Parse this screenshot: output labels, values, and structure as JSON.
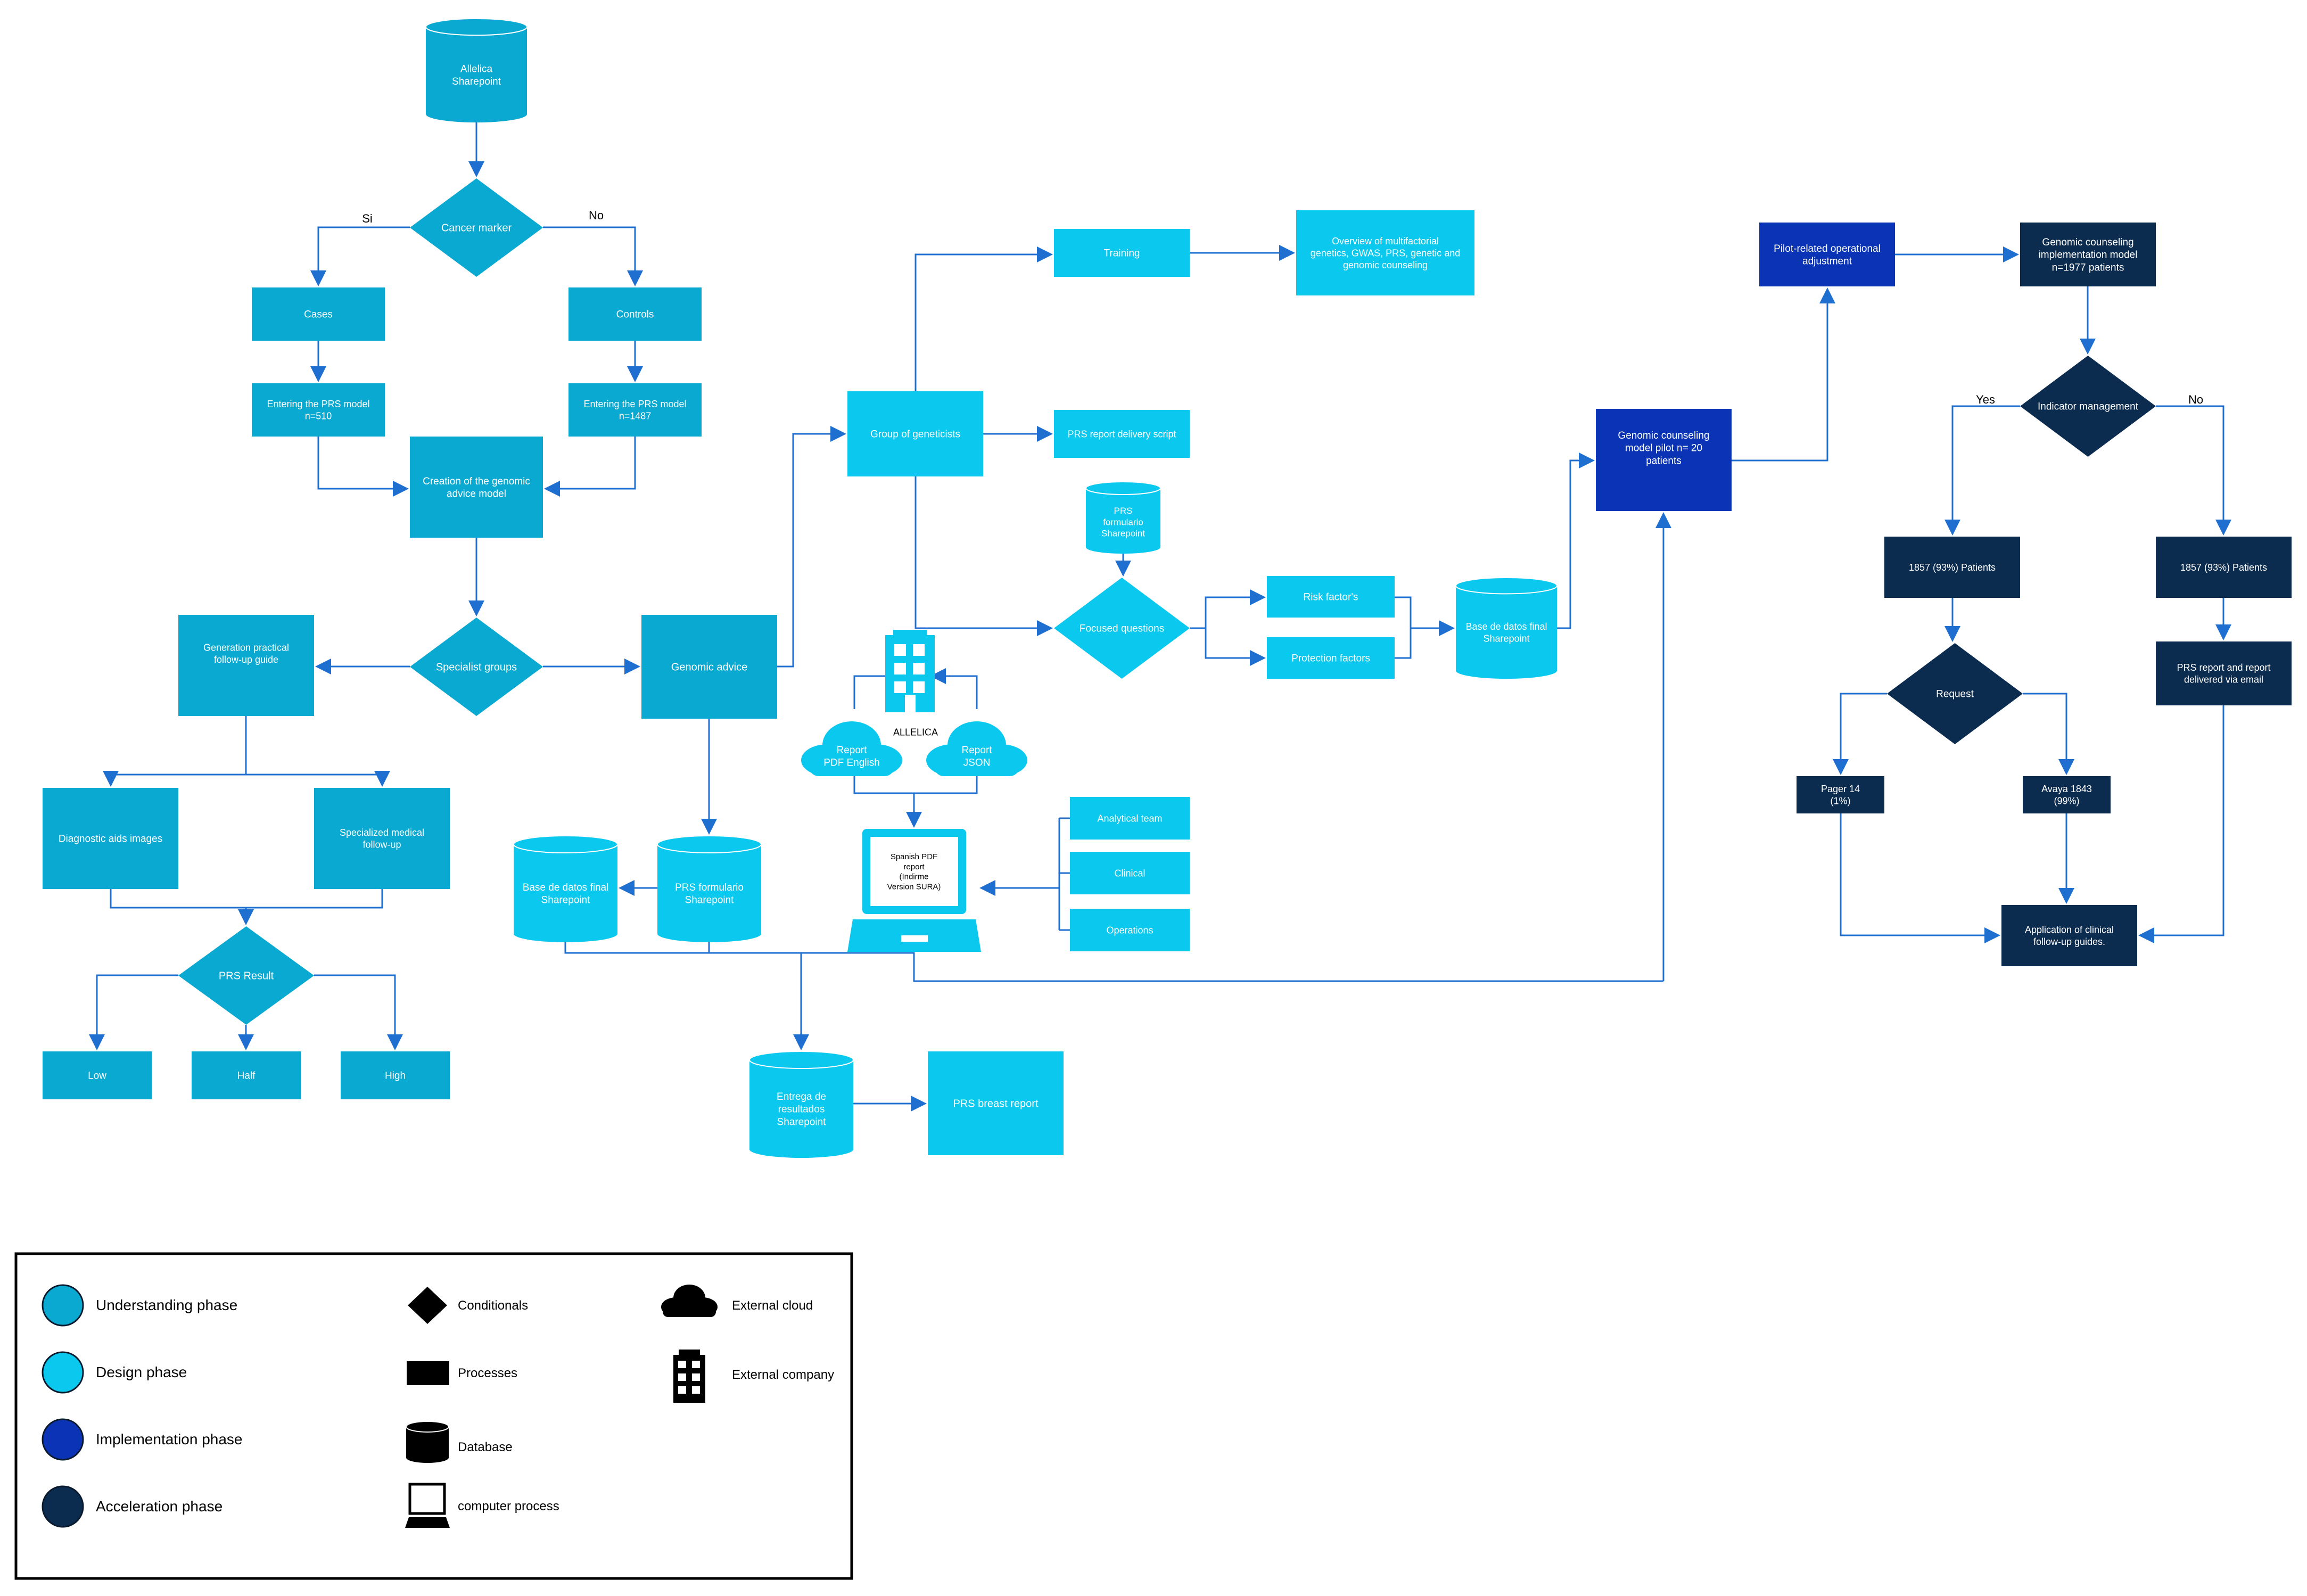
{
  "colors": {
    "understanding": "#0aa9d1",
    "design": "#0bc8ee",
    "implementation": "#0a34b5",
    "acceleration": "#0b2b4f",
    "connector": "#1f6fd1",
    "text_on_shape": "#ffffff",
    "legend_text": "#000000"
  },
  "nodes": {
    "allelica_sharepoint": [
      "Allelica",
      "Sharepoint"
    ],
    "cancer_marker": [
      "Cancer marker"
    ],
    "cases": [
      "Cases"
    ],
    "controls": [
      "Controls"
    ],
    "entering_prs_510": [
      "Entering the PRS model",
      "n=510"
    ],
    "entering_prs_1487": [
      "Entering the PRS model",
      "n=1487"
    ],
    "creation_model": [
      "Creation of the genomic",
      "advice model"
    ],
    "specialist_groups": [
      "Specialist groups"
    ],
    "generation_guide": [
      "Generation practical",
      "follow-up guide"
    ],
    "diagnostic_aids": [
      "Diagnostic aids images"
    ],
    "specialized_followup": [
      "Specialized medical",
      "follow-up"
    ],
    "prs_result": [
      "PRS Result"
    ],
    "low": [
      "Low"
    ],
    "half": [
      "Half"
    ],
    "high": [
      "High"
    ],
    "genomic_advice": [
      "Genomic advice"
    ],
    "base_datos_left": [
      "Base de datos final",
      "Sharepoint"
    ],
    "prs_formulario_left": [
      "PRS formulario",
      "Sharepoint"
    ],
    "entrega_resultados": [
      "Entrega de",
      "resultados",
      "Sharepoint"
    ],
    "prs_breast_report": [
      "PRS breast report"
    ],
    "group_geneticists": [
      "Group of geneticists"
    ],
    "training": [
      "Training"
    ],
    "overview": [
      "Overview of multifactorial",
      "genetics, GWAS, PRS, genetic and",
      "genomic counseling"
    ],
    "prs_report_script": [
      "PRS report delivery script"
    ],
    "prs_formulario_top": [
      "PRS",
      "formulario",
      "Sharepoint"
    ],
    "focused_questions": [
      "Focused questions"
    ],
    "risk_factors": [
      "Risk factor's"
    ],
    "protection_factors": [
      "Protection factors"
    ],
    "base_datos_right": [
      "Base de datos final",
      "Sharepoint"
    ],
    "allelica_company": [
      "ALLELICA"
    ],
    "report_pdf": [
      "Report",
      "PDF English"
    ],
    "report_json": [
      "Report",
      "JSON"
    ],
    "spanish_pdf": [
      "Spanish PDF",
      "report",
      "(Indirme",
      "Version SURA)"
    ],
    "analytical_team": [
      "Analytical team"
    ],
    "clinical": [
      "Clinical"
    ],
    "operations": [
      "Operations"
    ],
    "genomic_pilot": [
      "Genomic counseling",
      "model pilot n= 20",
      "patients"
    ],
    "pilot_adjustment": [
      "Pilot-related operational",
      "adjustment"
    ],
    "implementation_model": [
      "Genomic counseling",
      "implementation model",
      "n=1977 patients"
    ],
    "indicator_management": [
      "Indicator management"
    ],
    "patients_left": [
      "1857 (93%) Patients"
    ],
    "patients_right": [
      "1857 (93%) Patients"
    ],
    "request": [
      "Request"
    ],
    "prs_email": [
      "PRS report and report",
      "delivered via email"
    ],
    "pager": [
      "Pager 14",
      "(1%)"
    ],
    "avaya": [
      "Avaya 1843",
      "(99%)"
    ],
    "application_guides": [
      "Application of clinical",
      "follow-up guides."
    ]
  },
  "edge_labels": {
    "si": "Si",
    "no_top": "No",
    "yes": "Yes",
    "no_right": "No"
  },
  "legend": {
    "understanding": "Understanding phase",
    "design": "Design phase",
    "implementation": "Implementation phase",
    "acceleration": "Acceleration phase",
    "conditionals": "Conditionals",
    "processes": "Processes",
    "database": "Database",
    "computer_process": "computer process",
    "external_cloud": "External cloud",
    "external_company": "External company"
  }
}
